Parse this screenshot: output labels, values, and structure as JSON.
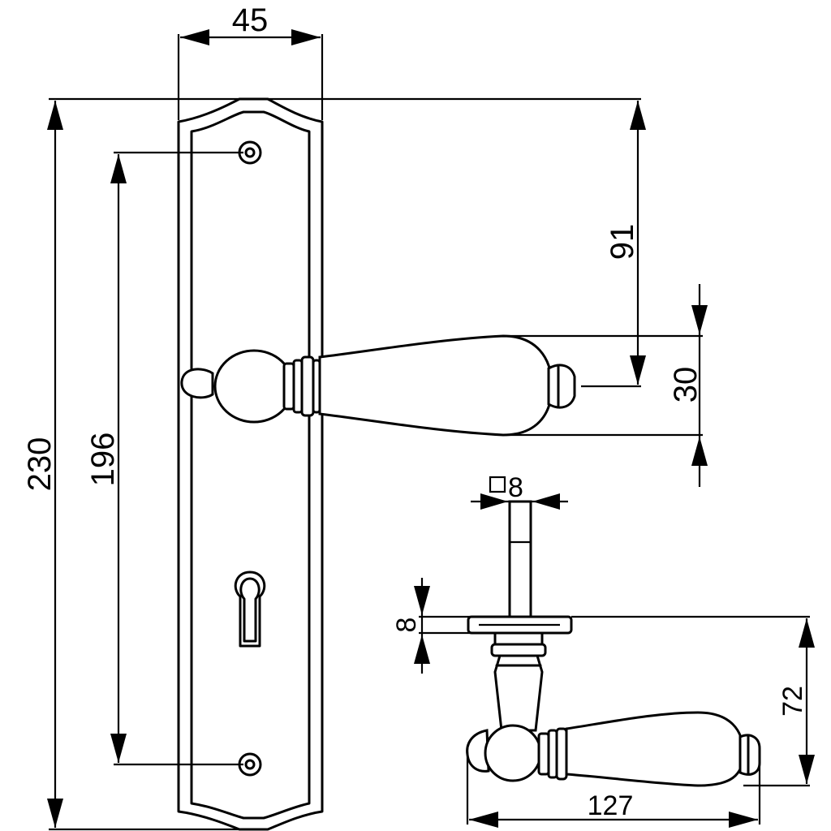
{
  "dimensions": {
    "plate_width": "45",
    "total_height": "230",
    "hole_spacing": "196",
    "handle_axis_from_top": "91",
    "handle_thickness": "30",
    "square_spindle": "8",
    "rose_thickness": "8",
    "handle_projection": "72",
    "handle_length": "127"
  },
  "colors": {
    "line": "#000000",
    "background": "#ffffff"
  }
}
